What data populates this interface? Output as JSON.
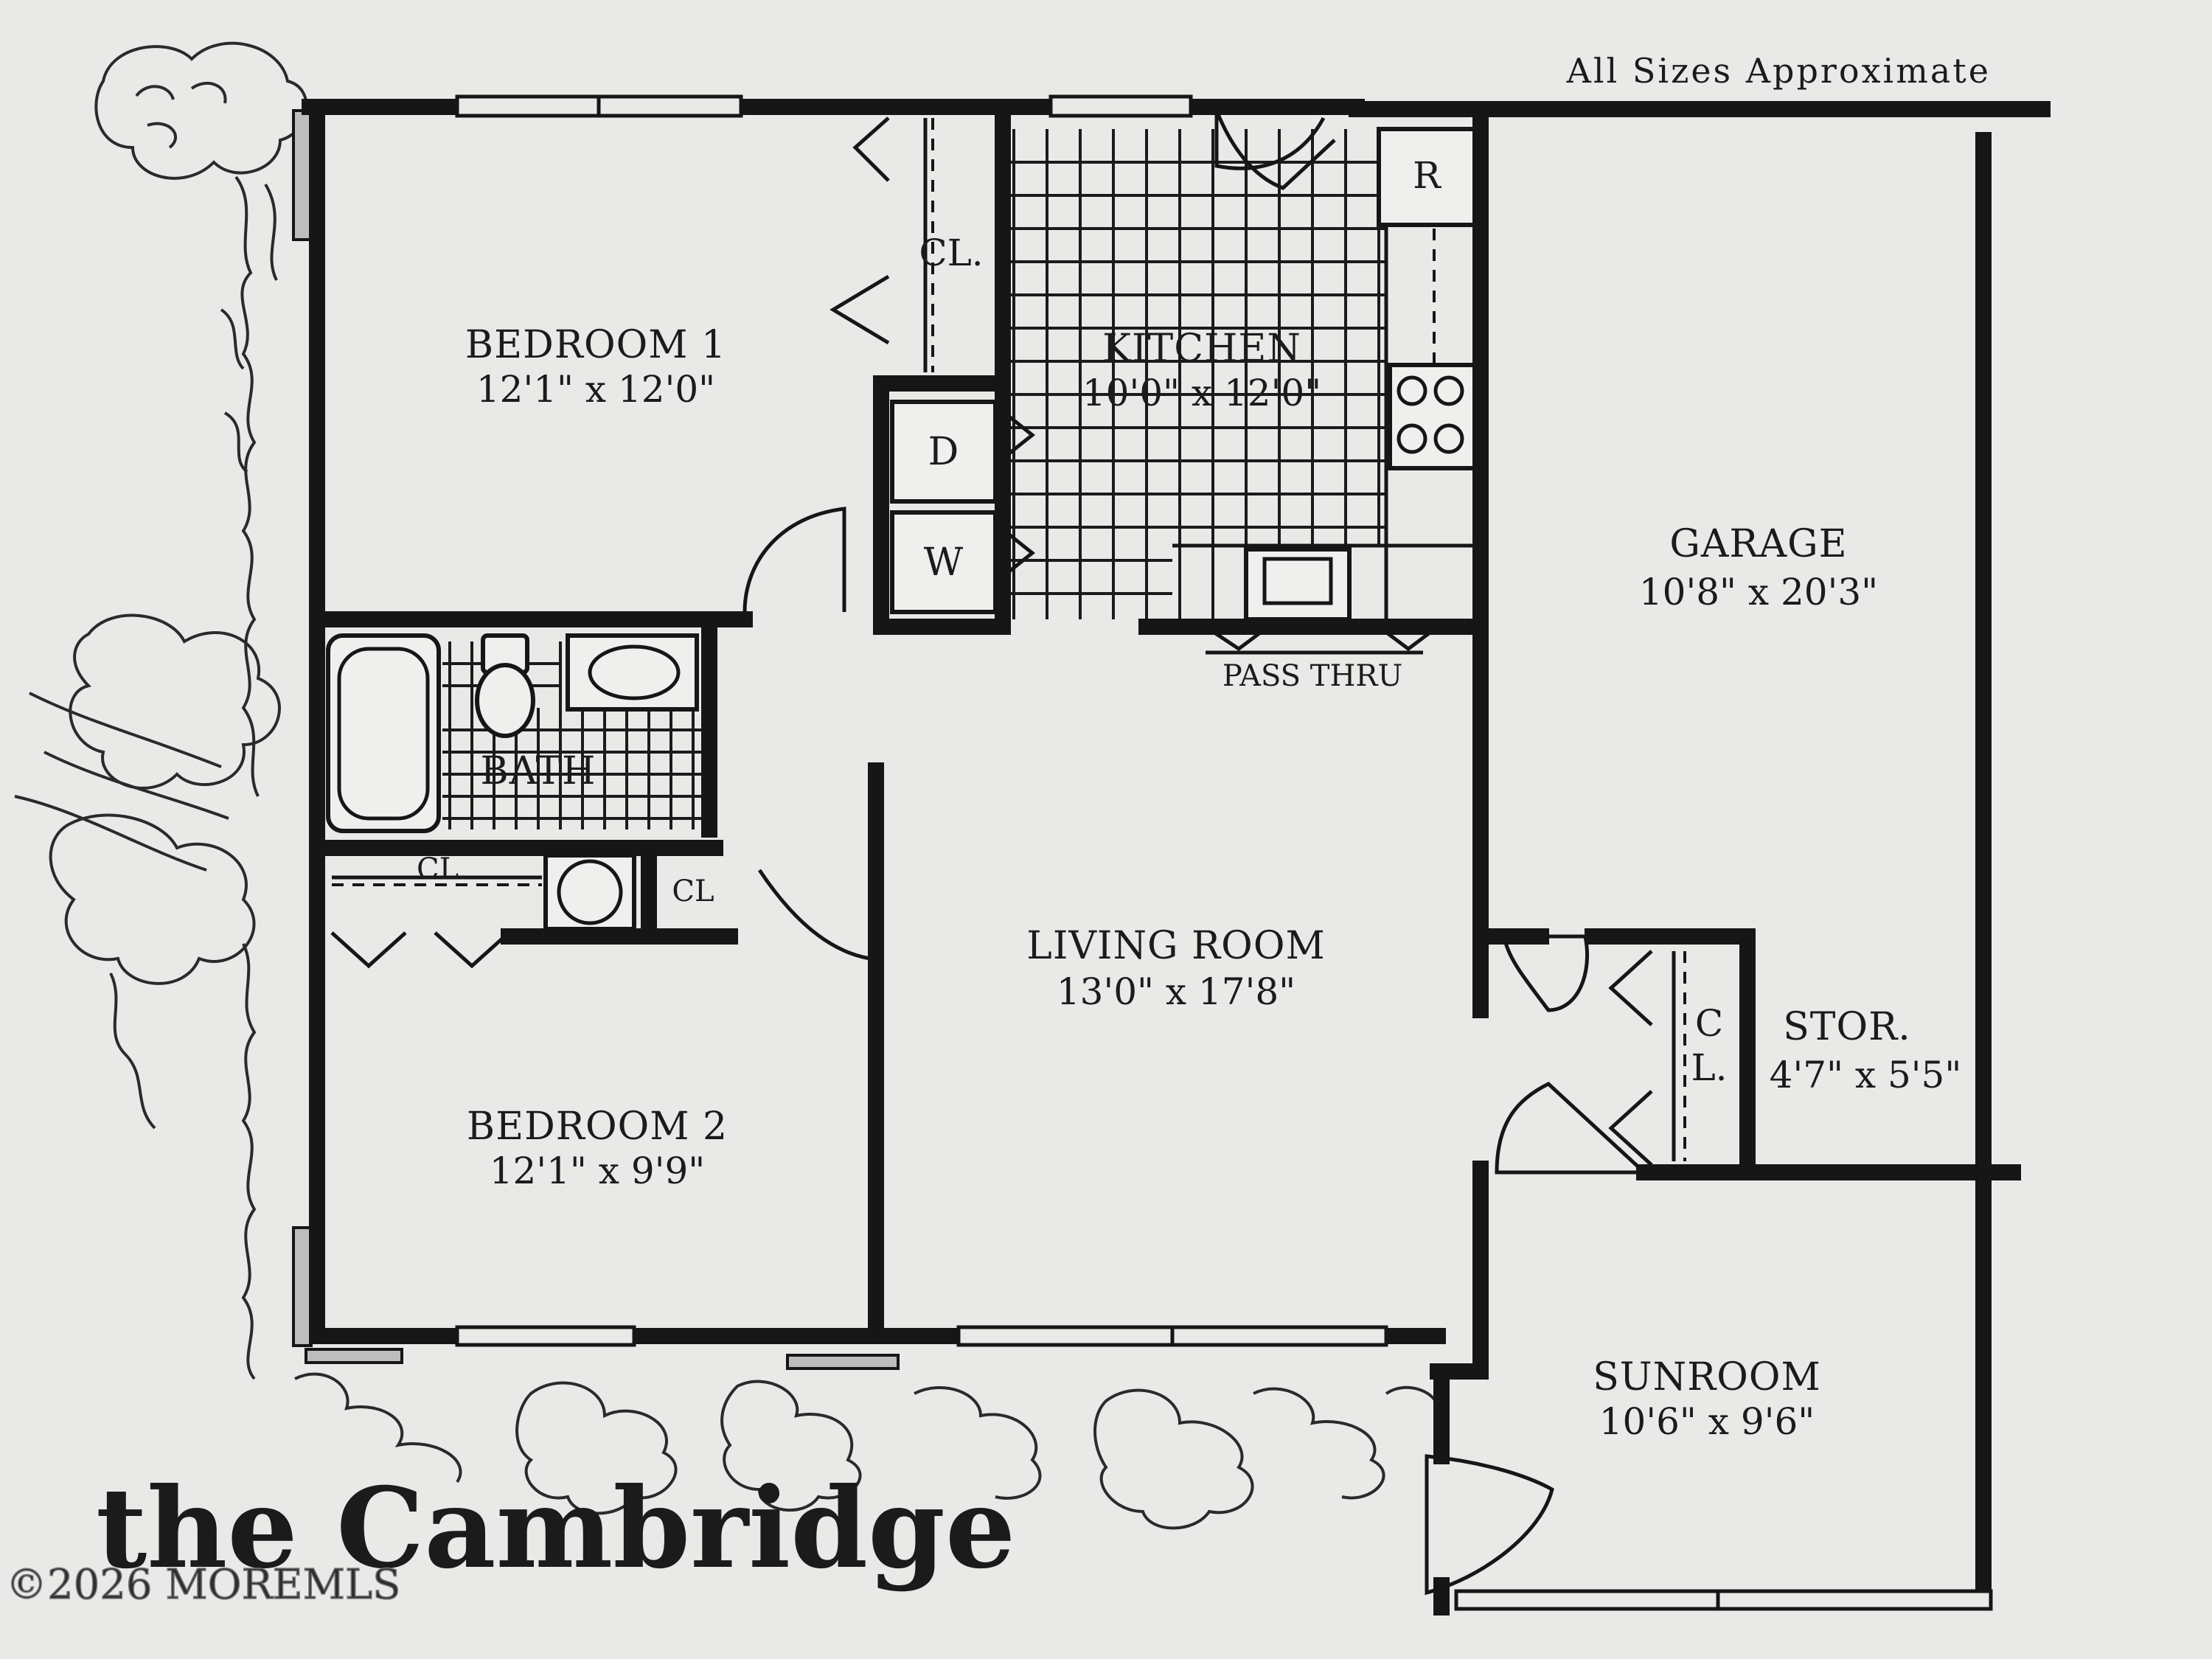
{
  "note": "All Sizes Approximate",
  "title": "the Cambridge",
  "watermark": "©2026 MOREMLS",
  "rooms": {
    "bedroom1": {
      "name": "BEDROOM 1",
      "dims": "12'1\" x 12'0\""
    },
    "kitchen": {
      "name": "KITCHEN",
      "dims": "10'0\" x 12'0\""
    },
    "garage": {
      "name": "GARAGE",
      "dims": "10'8\" x 20'3\""
    },
    "bath": {
      "name": "BATH"
    },
    "living": {
      "name": "LIVING ROOM",
      "dims": "13'0\" x 17'8\""
    },
    "bedroom2": {
      "name": "BEDROOM 2",
      "dims": "12'1\" x  9'9\""
    },
    "storage": {
      "name": "STOR.",
      "dims": "4'7\" x 5'5\""
    },
    "sunroom": {
      "name": "SUNROOM",
      "dims": "10'6\" x 9'6\""
    }
  },
  "labels": {
    "closet_bed1": "CL.",
    "closet_hall": "CL.",
    "closet_small": "CL",
    "closet_stor_c": "C",
    "closet_stor_l": "L.",
    "dryer": "D",
    "washer": "W",
    "refrigerator": "R",
    "pass_thru": "PASS THRU"
  }
}
